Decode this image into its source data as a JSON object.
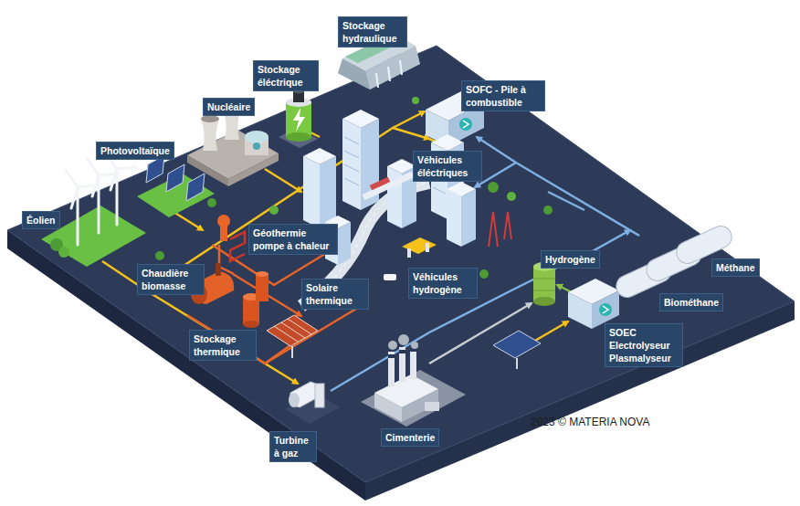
{
  "diagram": {
    "nodes": [
      {
        "text": [
          "Stockage hydraulique"
        ]
      },
      {
        "text": [
          "Stockage éléctrique"
        ]
      },
      {
        "text": [
          "SOFC - Pile à combustible"
        ]
      },
      {
        "text": [
          "Nucléaire"
        ]
      },
      {
        "text": [
          "Photovoltaïque"
        ]
      },
      {
        "text": [
          "Véhicules éléctriques"
        ]
      },
      {
        "text": [
          "Éolien"
        ]
      },
      {
        "text": [
          "Géothermie pompe à chaleur"
        ]
      },
      {
        "text": [
          "Hydrogène"
        ]
      },
      {
        "text": [
          "Méthane"
        ]
      },
      {
        "text": [
          "Chaudière biomasse"
        ]
      },
      {
        "text": [
          "Véhicules hydrogène"
        ]
      },
      {
        "text": [
          "Solaire thermique"
        ]
      },
      {
        "text": [
          "Biométhane"
        ]
      },
      {
        "text": [
          "SOEC Electrolyseur Plasmalyseur"
        ]
      },
      {
        "text": [
          "Stockage thermique"
        ]
      },
      {
        "text": [
          "Cimenterie"
        ]
      },
      {
        "text": [
          "Turbine à gaz"
        ]
      }
    ],
    "labels": [
      "2023 © MATERIA NOVA"
    ]
  }
}
